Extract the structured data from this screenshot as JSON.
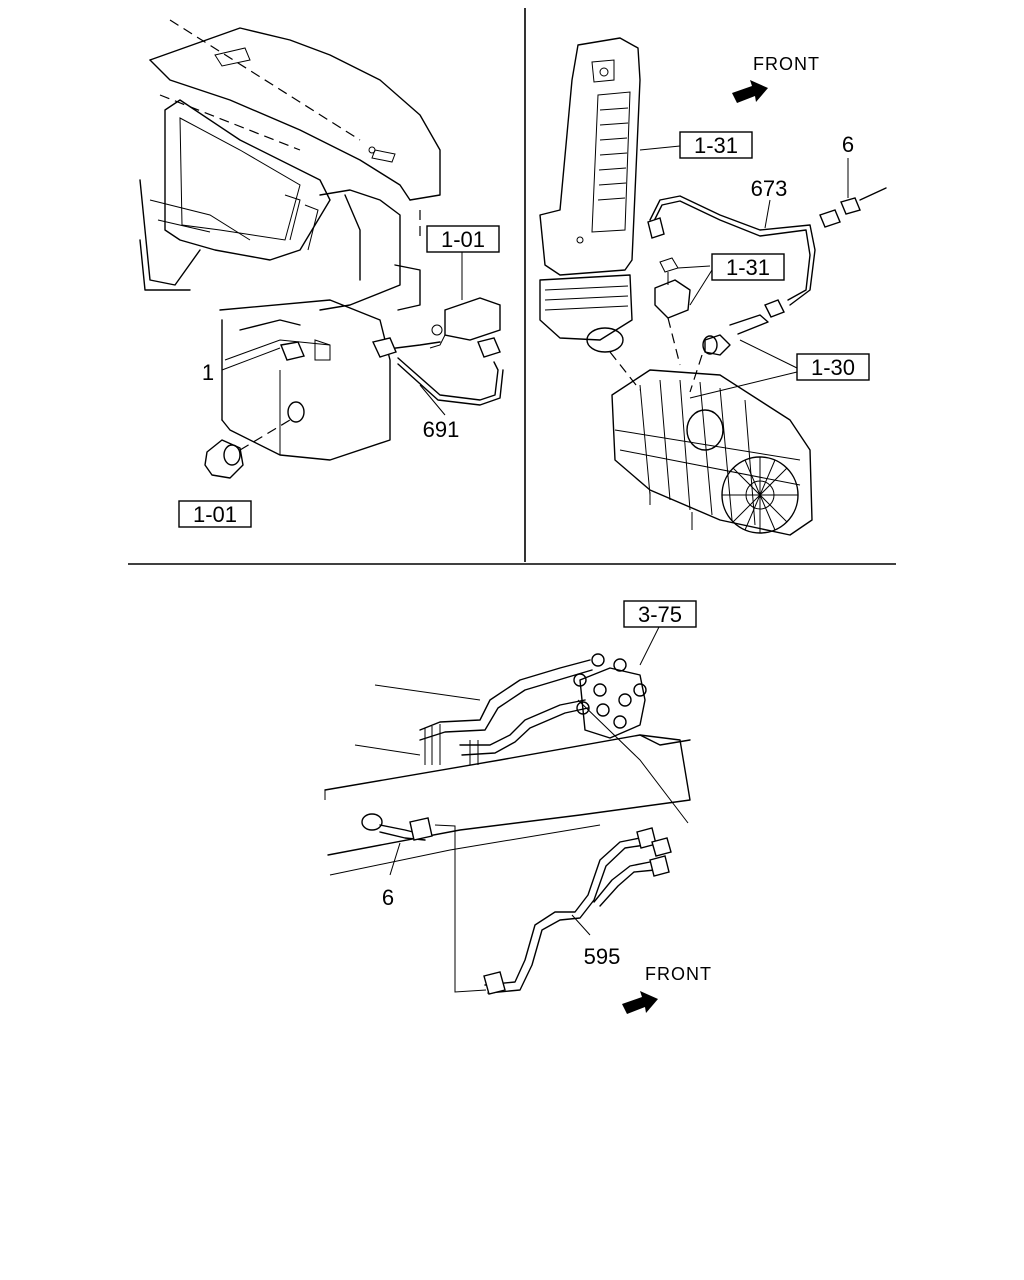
{
  "callouts": {
    "top_left_switch": "1-01",
    "top_left_plug": "1-01",
    "top_left_harness_1": "1",
    "top_left_harness_691": "691",
    "top_right_sensor_upper": "1-31",
    "top_right_sensor_lower": "1-31",
    "top_right_sensor_130": "1-30",
    "top_right_harness_673": "673",
    "top_right_harness_6": "6",
    "bottom_modulator": "3-75",
    "bottom_harness_6": "6",
    "bottom_harness_595": "595"
  },
  "front_indicators": {
    "top_right": "FRONT",
    "bottom": "FRONT"
  },
  "icons": {
    "front_arrow": "front-arrow-icon"
  }
}
